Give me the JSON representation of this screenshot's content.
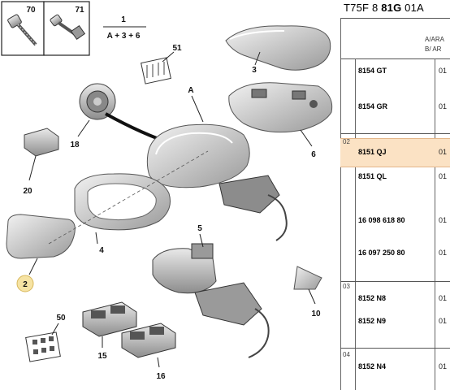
{
  "labels": {
    "l70": "70",
    "l71": "71",
    "l1": "1",
    "l1_formula": "A + 3 + 6",
    "l51": "51",
    "lA": "A",
    "l3": "3",
    "l6": "6",
    "l18": "18",
    "l20": "20",
    "l2": "2",
    "l4": "4",
    "l5": "5",
    "l10": "10",
    "l50": "50",
    "l15": "15",
    "l16": "16"
  },
  "table": {
    "title_prefix": "T75F 8 ",
    "title_bold": "81G",
    "title_suffix": " 01A",
    "header_line1": "A/ARA",
    "header_line2": "B/ AR",
    "groups": [
      {
        "code": "",
        "rows": [
          {
            "ref": "8154 GT",
            "qty": "01"
          },
          {
            "ref": "8154 GR",
            "qty": "01"
          }
        ]
      },
      {
        "code": "02",
        "rows": [
          {
            "ref": "8151 QJ",
            "qty": "01",
            "highlight": true
          },
          {
            "ref": "8151 QL",
            "qty": "01"
          },
          {
            "ref": "16 098 618 80",
            "qty": "01"
          },
          {
            "ref": "16 097 250 80",
            "qty": "01"
          }
        ]
      },
      {
        "code": "03",
        "rows": [
          {
            "ref": "8152 N8",
            "qty": "01"
          },
          {
            "ref": "8152 N9",
            "qty": "01"
          }
        ]
      },
      {
        "code": "04",
        "rows": [
          {
            "ref": "8152 N4",
            "qty": "01"
          }
        ]
      }
    ]
  },
  "colors": {
    "highlight_bg": "#fbe2c4",
    "marker_fill": "#f6e3a3",
    "part_gray": "#cfcfcf"
  }
}
